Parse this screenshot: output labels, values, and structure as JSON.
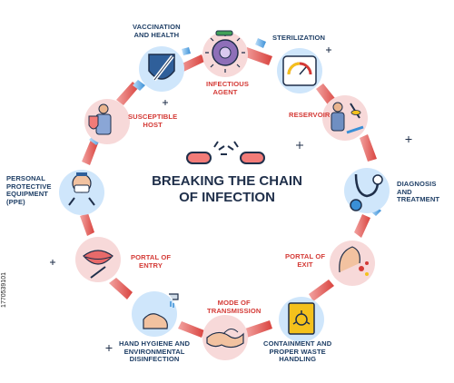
{
  "diagram": {
    "title_line1": "BREAKING THE CHAIN",
    "title_line2": "OF INFECTION",
    "colors": {
      "navy": "#1f3f66",
      "red": "#d43a36",
      "pink": "#f7d9d9",
      "blue": "#3a8fd6",
      "yellow": "#f4c11c",
      "green": "#9bc05a"
    },
    "steps": [
      {
        "key": "vaccination",
        "label": "VACCINATION\nAND HEALTH",
        "style": "navy",
        "icon": "syringe-shield-icon"
      },
      {
        "key": "infectious",
        "label": "INFECTIOUS\nAGENT",
        "style": "red",
        "icon": "virus-icon"
      },
      {
        "key": "sterilization",
        "label": "STERILIZATION",
        "style": "navy",
        "icon": "autoclave-icon"
      },
      {
        "key": "reservoir",
        "label": "RESERVOIR",
        "style": "red",
        "icon": "person-mosquito-icon"
      },
      {
        "key": "diagnosis",
        "label": "DIAGNOSIS\nAND\nTREATMENT",
        "style": "navy",
        "icon": "stethoscope-icon"
      },
      {
        "key": "exit",
        "label": "PORTAL OF\nEXIT",
        "style": "red",
        "icon": "sneeze-icon"
      },
      {
        "key": "containment",
        "label": "CONTAINMENT AND\nPROPER WASTE\nHANDLING",
        "style": "navy",
        "icon": "biohazard-bin-icon"
      },
      {
        "key": "transmission",
        "label": "MODE OF\nTRANSMISSION",
        "style": "red",
        "icon": "handshake-icon"
      },
      {
        "key": "hygiene",
        "label": "HAND HYGIENE AND\nENVIRONMENTAL\nDISINFECTION",
        "style": "navy",
        "icon": "handwash-icon"
      },
      {
        "key": "entry",
        "label": "PORTAL OF\nENTRY",
        "style": "red",
        "icon": "mouth-icon"
      },
      {
        "key": "ppe",
        "label": "PERSONAL\nPROTECTIVE\nEQUIPMENT\n(PPE)",
        "style": "navy",
        "icon": "mask-face-icon"
      },
      {
        "key": "host",
        "label": "SUSCEPTIBLE\nHOST",
        "style": "red",
        "icon": "person-shield-icon"
      }
    ],
    "watermark": "1770539101"
  }
}
